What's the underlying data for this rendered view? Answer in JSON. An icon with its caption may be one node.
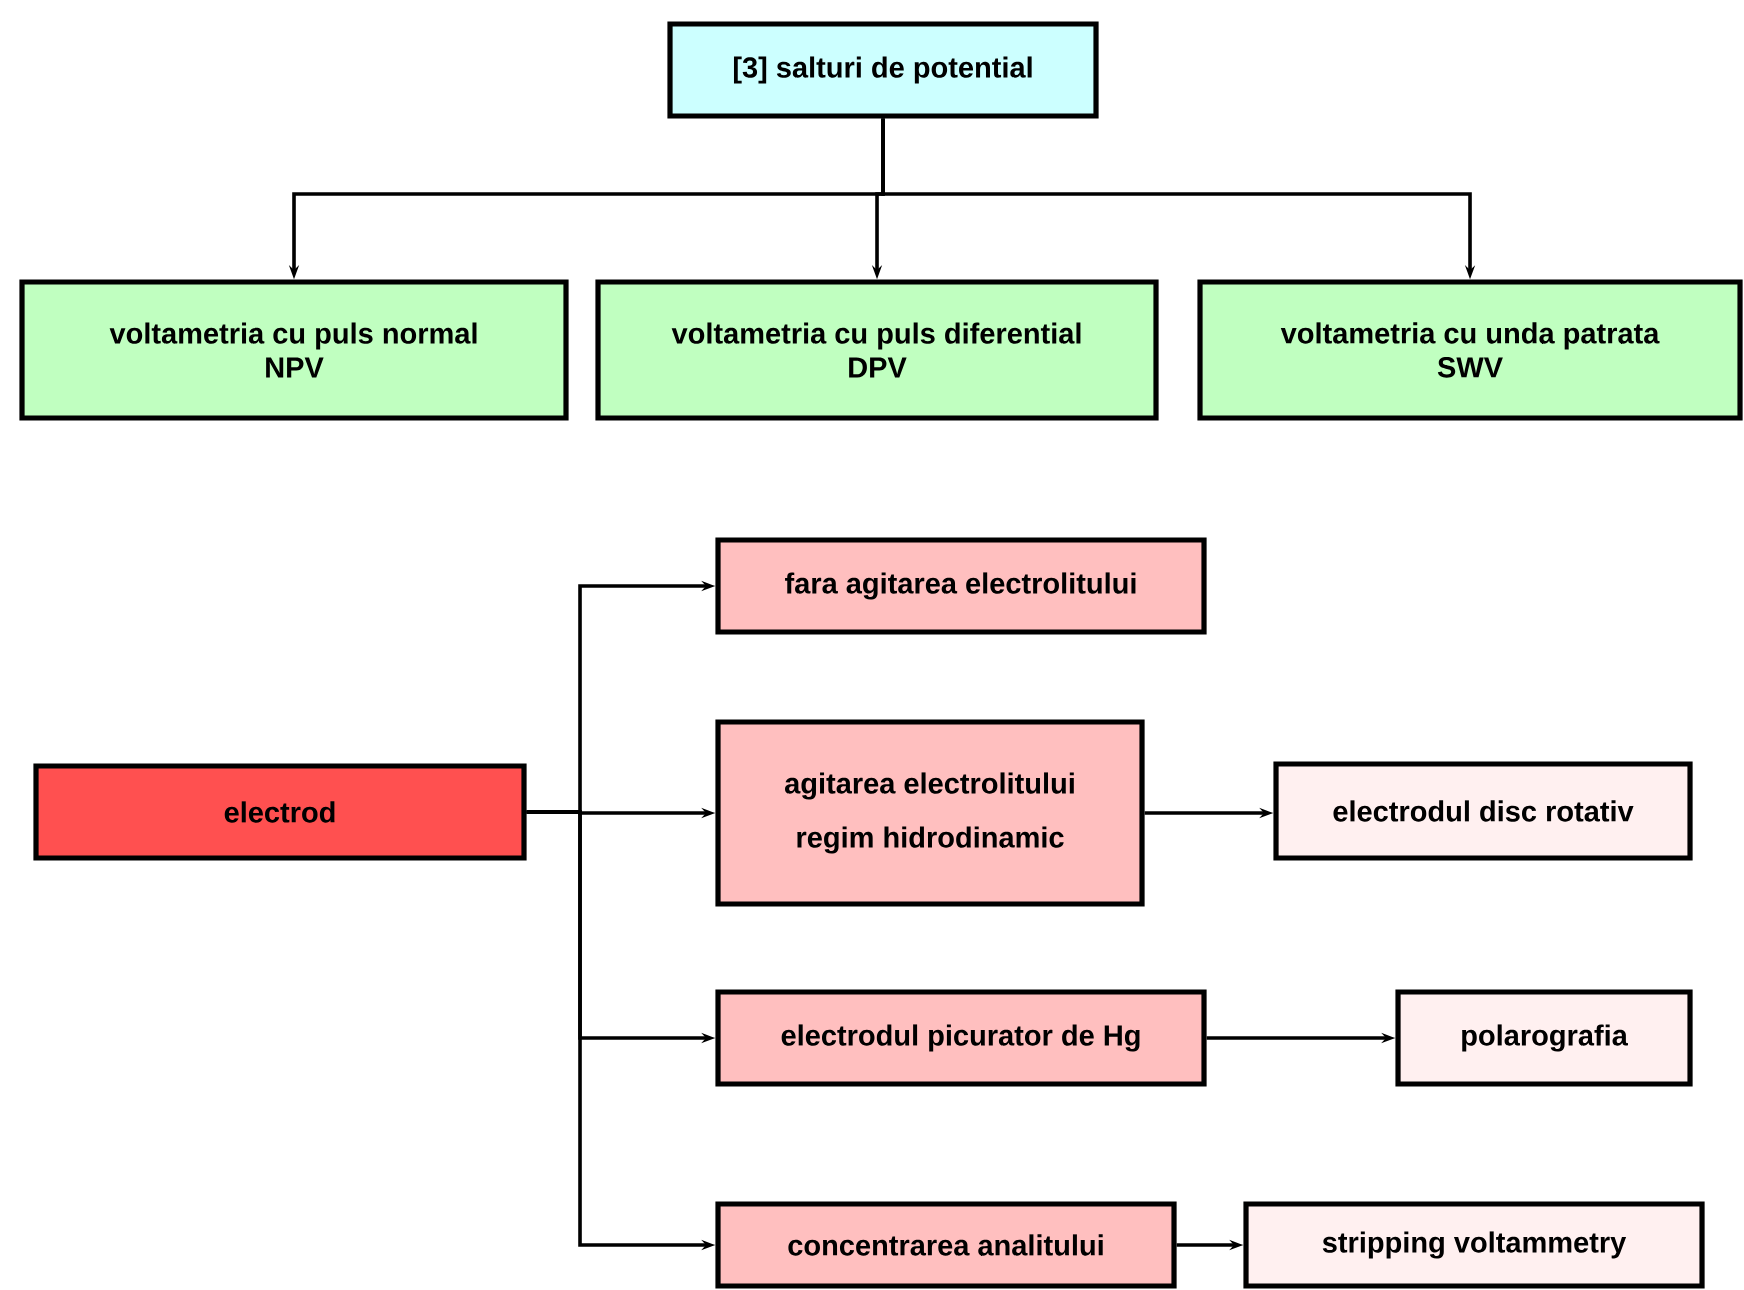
{
  "diagram": {
    "nodes": [
      {
        "text": [
          "[3] salturi de potential"
        ]
      },
      {
        "text": [
          "voltametria cu puls normal",
          "NPV"
        ]
      },
      {
        "text": [
          "voltametria cu puls diferential",
          "DPV"
        ]
      },
      {
        "text": [
          "voltametria cu unda patrata",
          "SWV"
        ]
      },
      {
        "text": [
          "electrod"
        ]
      },
      {
        "text": [
          "fara agitarea electrolitului"
        ]
      },
      {
        "text": [
          "agitarea electrolitului",
          "regim hidrodinamic"
        ]
      },
      {
        "text": [
          "electrodul disc rotativ"
        ]
      },
      {
        "text": [
          "electrodul picurator de Hg"
        ]
      },
      {
        "text": [
          "polarografia"
        ]
      },
      {
        "text": [
          "concentrarea analitului"
        ]
      },
      {
        "text": [
          "stripping voltammetry"
        ]
      }
    ],
    "edges": [
      {
        "from": 0,
        "to": 1,
        "arrow": "to"
      },
      {
        "from": 0,
        "to": 2,
        "arrow": "to"
      },
      {
        "from": 0,
        "to": 3,
        "arrow": "to"
      },
      {
        "from": 4,
        "to": 5,
        "arrow": "to"
      },
      {
        "from": 4,
        "to": 6,
        "arrow": "to"
      },
      {
        "from": 4,
        "to": 8,
        "arrow": "to"
      },
      {
        "from": 4,
        "to": 10,
        "arrow": "to"
      },
      {
        "from": 6,
        "to": 7,
        "arrow": "to"
      },
      {
        "from": 8,
        "to": 9,
        "arrow": "to"
      },
      {
        "from": 10,
        "to": 11,
        "arrow": "to"
      }
    ]
  }
}
